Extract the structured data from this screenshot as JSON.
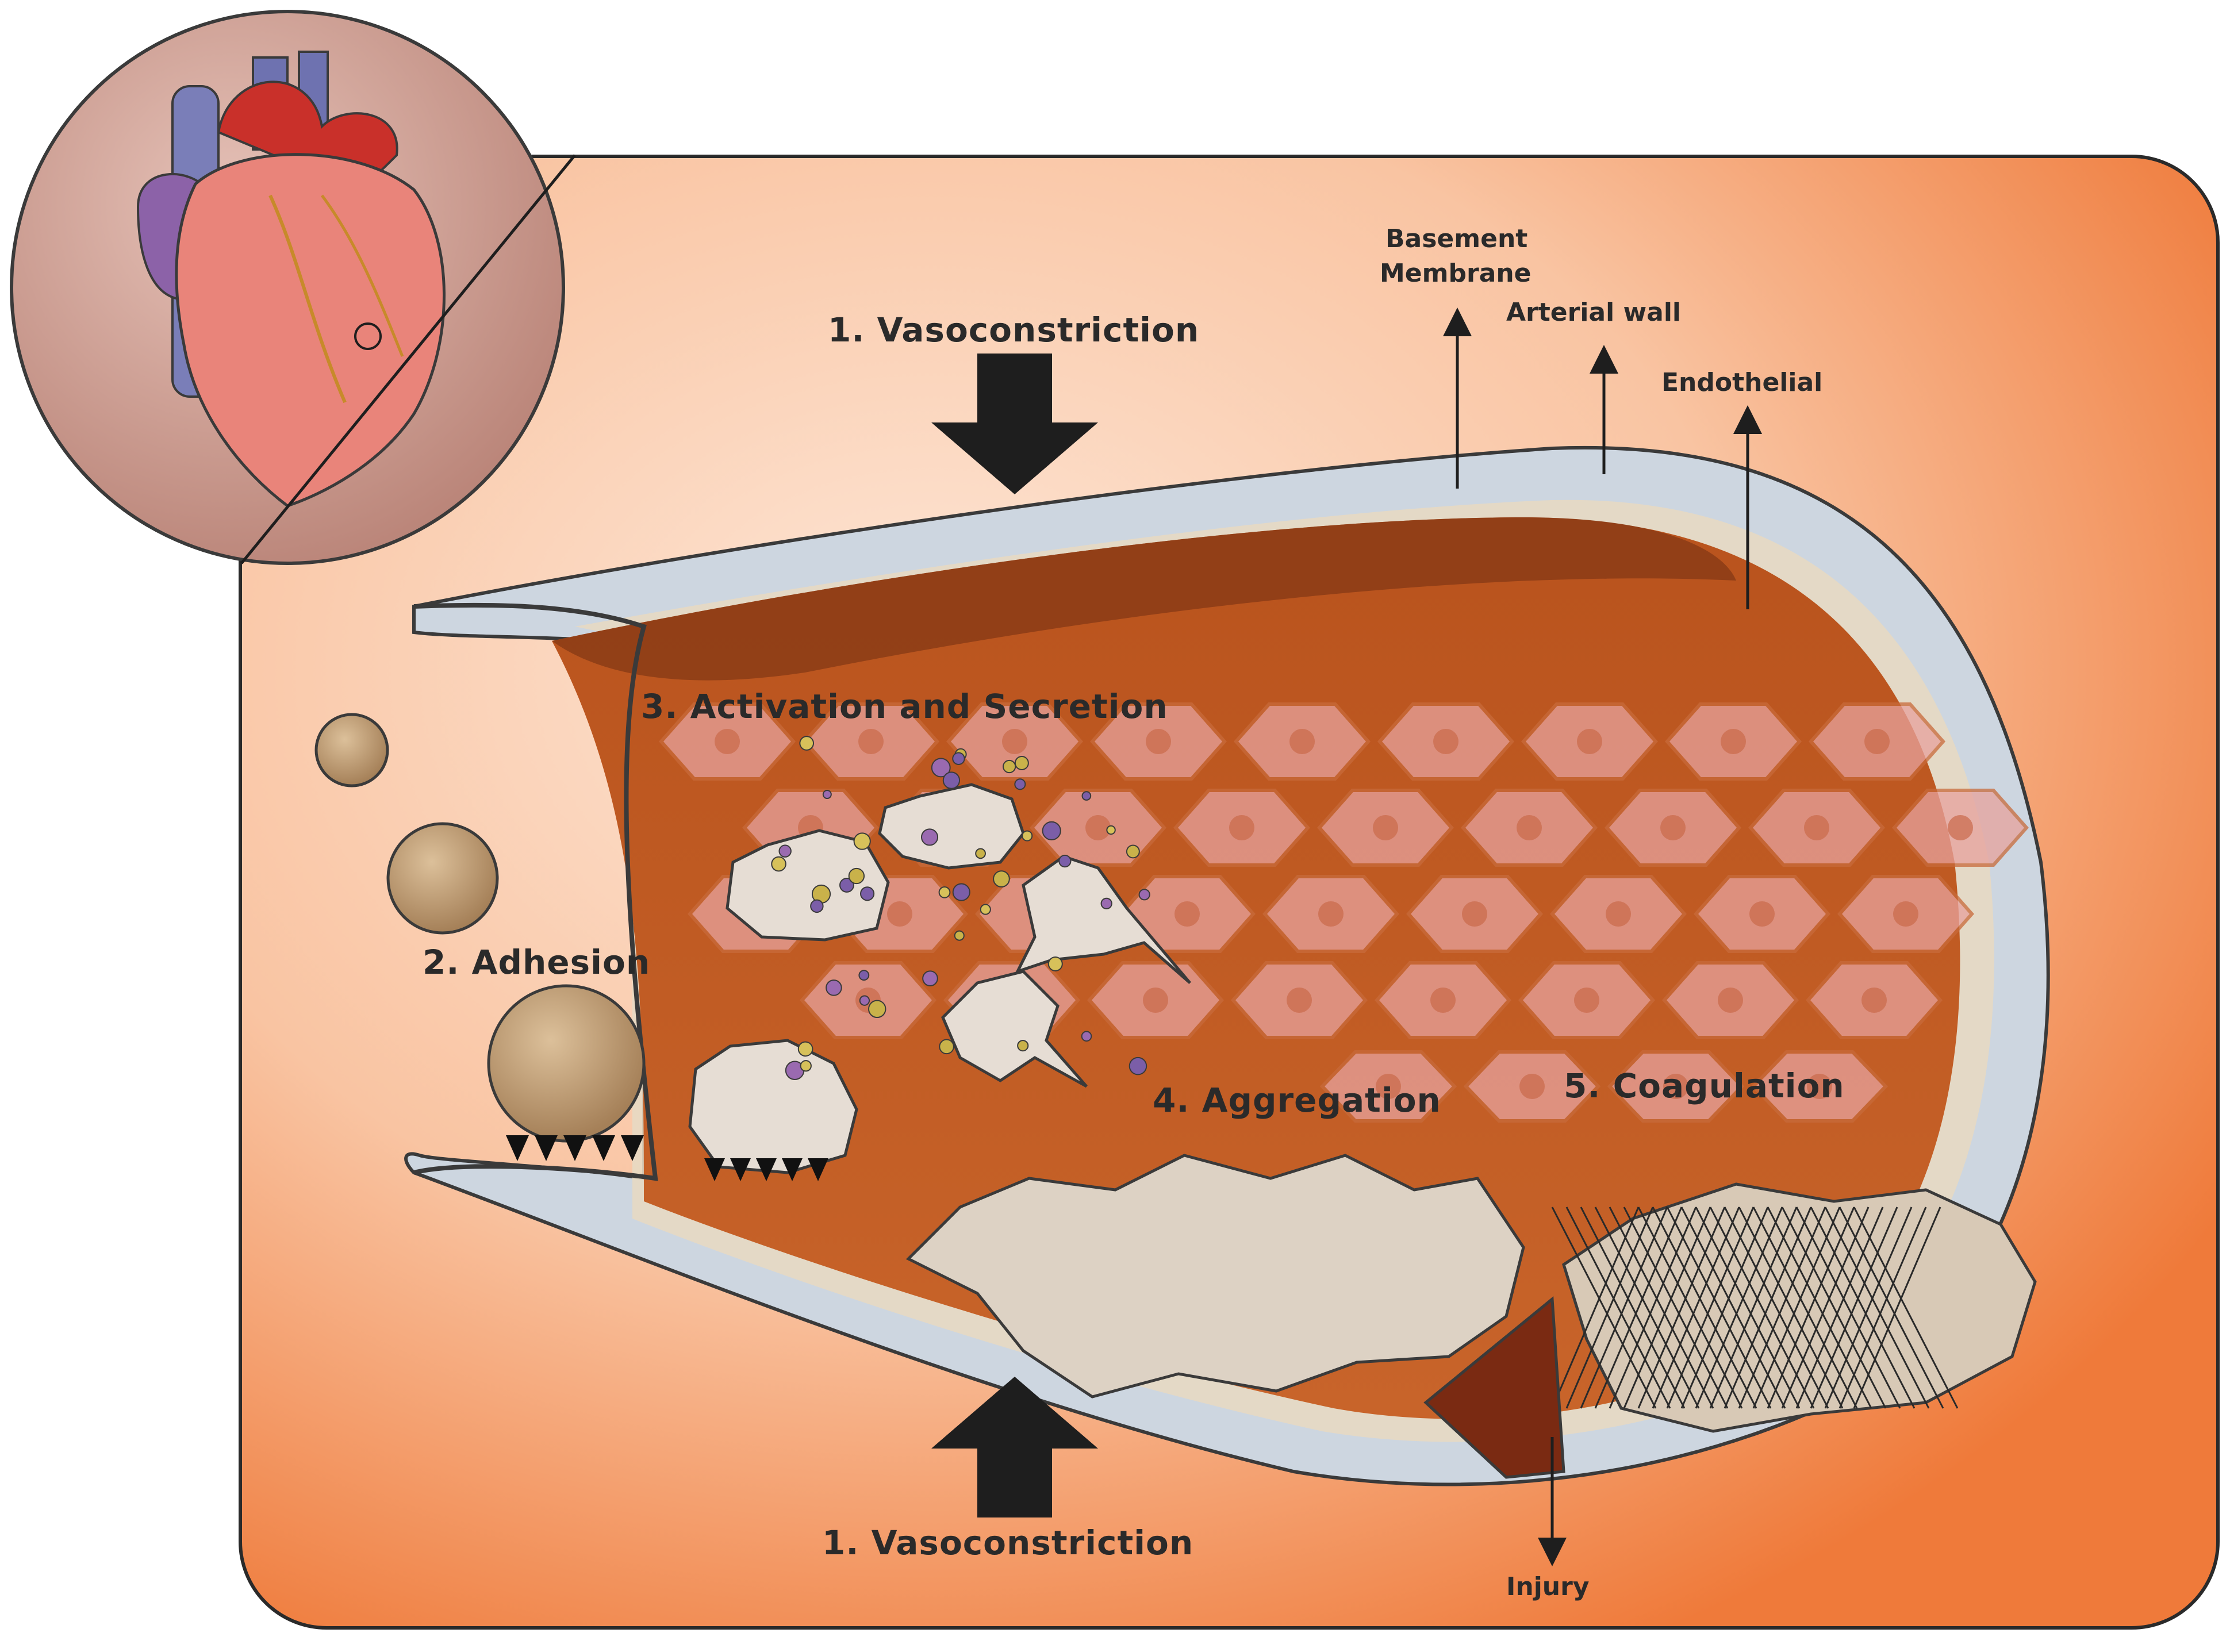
{
  "labels": {
    "vasoconstriction_top": "1. Vasoconstriction",
    "vasoconstriction_bottom": "1. Vasoconstriction",
    "adhesion": "2. Adhesion",
    "activation_secretion": "3. Activation and Secretion",
    "aggregation": "4. Aggregation",
    "coagulation": "5. Coagulation",
    "basement_membrane_line1": "Basement",
    "basement_membrane_line2": "Membrane",
    "arterial_wall": "Arterial wall",
    "endothelial": "Endothelial",
    "injury": "Injury"
  },
  "colors": {
    "panel_outer": "#f07a3c",
    "panel_inner": "#fde0cc",
    "vessel_wall": "#cfd8e2",
    "lumen": "#c45a22",
    "lumen_dark": "#8e3e17",
    "endothelial_cell": "#e9a3a0",
    "platelet": "#c8a57a",
    "activated_platelet": "#e4dbd2",
    "arrow": "#1e1e1e",
    "heart_bg": "#c99a90"
  },
  "icons": {
    "heart": "heart-illustration",
    "arrow_down": "arrow-down-icon",
    "arrow_up": "arrow-up-icon"
  }
}
